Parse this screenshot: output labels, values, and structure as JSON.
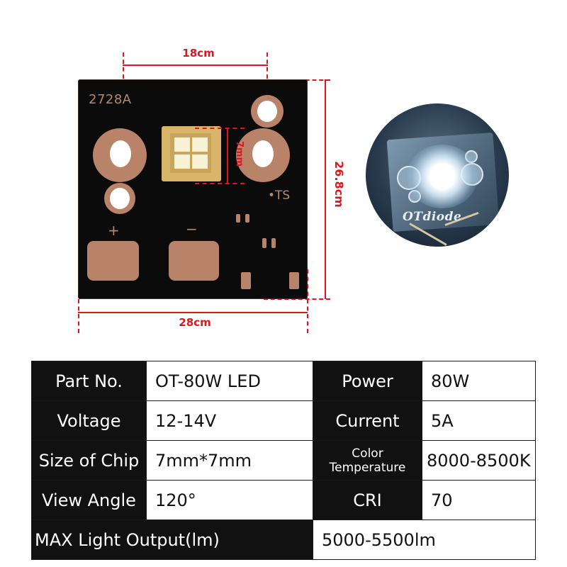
{
  "diagram": {
    "dimensions": {
      "chip_width": "18cm",
      "chip_height": "7mm",
      "board_width": "28cm",
      "board_height": "26.8cm"
    },
    "board": {
      "code": "2728A",
      "ts_label": "•TS",
      "plus_label": "+",
      "minus_label": "−"
    },
    "photo": {
      "brand": "OTdiode"
    },
    "colors": {
      "dimension": "#e0161f",
      "board": "#0c0b0b",
      "copper": "#b9836a",
      "label_cell": "#111111"
    }
  },
  "specs": {
    "row1": {
      "label_a": "Part No.",
      "value_a": "OT-80W LED",
      "label_b": "Power",
      "value_b": "80W"
    },
    "row2": {
      "label_a": "Voltage",
      "value_a": "12-14V",
      "label_b": "Current",
      "value_b": "5A"
    },
    "row3": {
      "label_a": "Size of Chip",
      "value_a": "7mm*7mm",
      "label_b_line1": "Color",
      "label_b_line2": "Temperature",
      "value_b": "8000-8500K"
    },
    "row4": {
      "label_a": "View Angle",
      "value_a": "120°",
      "label_b": "CRI",
      "value_b": "70"
    },
    "row5": {
      "label": "MAX Light Output(lm)",
      "value": "5000-5500lm"
    }
  }
}
